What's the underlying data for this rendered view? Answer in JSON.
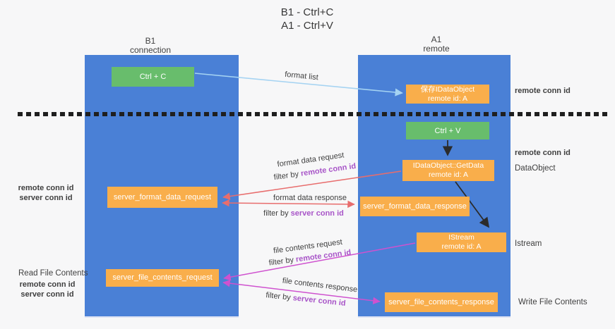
{
  "title": {
    "line1": "B1 - Ctrl+C",
    "line2": "A1 - Ctrl+V"
  },
  "lanes": {
    "left": {
      "line1": "B1",
      "line2": "connection"
    },
    "right": {
      "line1": "A1",
      "line2": "remote"
    }
  },
  "nodes": {
    "ctrl_c": "Ctrl + C",
    "ctrl_v": "Ctrl + V",
    "save_dataobject_line1": "保存IDataObject",
    "save_dataobject_line2": "remote id: A",
    "getdata_line1": "IDataObject::GetData",
    "getdata_line2": "remote id: A",
    "istream_line1": "IStream",
    "istream_line2": "remote id: A",
    "format_request": "server_format_data_request",
    "format_response": "server_format_data_response",
    "file_request": "server_file_contents_request",
    "file_response": "server_file_contents_response"
  },
  "terms": {
    "remote_conn_id": "remote conn id",
    "server_conn_id": "server conn id",
    "filter_by": "filter by "
  },
  "flows": {
    "format_list": "format list",
    "format_data_request": "format data request",
    "format_data_response": "format data response",
    "file_contents_request": "file contents request",
    "file_contents_response": "file contents response"
  },
  "side": {
    "dataobject": "DataObject",
    "istream": "Istream",
    "read_file": "Read File Contents",
    "write_file": "Write File Contents"
  },
  "colors": {
    "lane_blue": "#4a80d6",
    "box_orange": "#f9ae4b",
    "box_green": "#68bd6c",
    "arrow_red": "#e86d6d",
    "arrow_magenta": "#cf52cf",
    "arrow_lightblue": "#a5d3f2",
    "arrow_black": "#2b2b2b",
    "text_purple": "#a855c8",
    "text_green": "#56b45c",
    "text_dark": "#3f3f3f"
  }
}
